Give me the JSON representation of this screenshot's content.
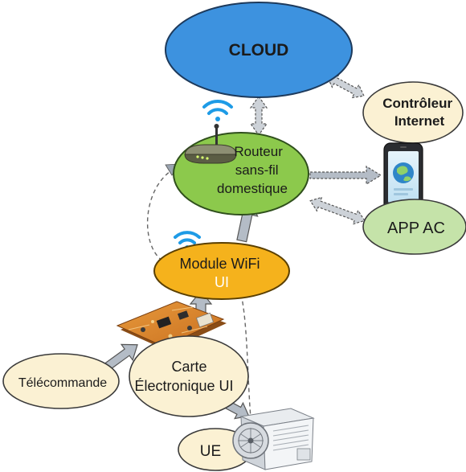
{
  "nodes": {
    "cloud": {
      "label": "CLOUD"
    },
    "controller": {
      "line1": "Contrôleur",
      "line2": "Internet"
    },
    "router": {
      "line1": "Routeur",
      "line2": "sans-fil",
      "line3": "domestique"
    },
    "app": {
      "label": "APP AC"
    },
    "wifi_module": {
      "line1": "Module WiFi",
      "line2": "UI"
    },
    "remote": {
      "label": "Télécommande"
    },
    "board": {
      "line1": "Carte",
      "line2": "Électronique UI"
    },
    "outdoor": {
      "label": "UE"
    }
  },
  "colors": {
    "cloud_fill": "#3d92df",
    "router_fill": "#8cc94c",
    "app_fill": "#c5e3a9",
    "wifi_module_fill": "#f5b21c",
    "cream_fill": "#fbf1d3",
    "arrow_fill": "#9aa4b0",
    "wifi_icon": "#1e9be6",
    "pcb": "#d9862c"
  },
  "icons": [
    "wifi-icon",
    "router-device-icon",
    "smartphone-icon",
    "circuit-board-icon",
    "air-conditioner-unit-icon"
  ]
}
